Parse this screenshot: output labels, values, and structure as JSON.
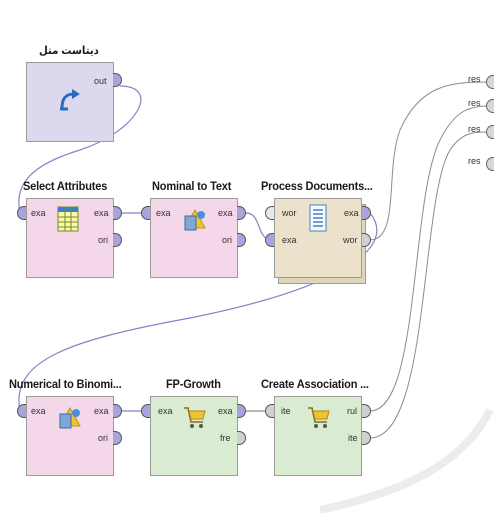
{
  "operators": {
    "retrieve": {
      "title": "دیتاست متل",
      "out": "out"
    },
    "select_attributes": {
      "title": "Select Attributes",
      "in": "exa",
      "out1": "exa",
      "out2": "ori"
    },
    "nominal_to_text": {
      "title": "Nominal to Text",
      "in": "exa",
      "out1": "exa",
      "out2": "ori"
    },
    "process_documents": {
      "title": "Process Documents...",
      "in1": "wor",
      "in2": "exa",
      "out1": "exa",
      "out2": "wor"
    },
    "numerical_to_binominal": {
      "title": "Numerical to Binomi...",
      "in": "exa",
      "out1": "exa",
      "out2": "ori"
    },
    "fp_growth": {
      "title": "FP-Growth",
      "in": "exa",
      "out1": "exa",
      "out2": "fre"
    },
    "create_association": {
      "title": "Create Association ...",
      "in": "ite",
      "out1": "rul",
      "out2": "ite"
    }
  },
  "result_ports": [
    "res",
    "res",
    "res",
    "res"
  ],
  "colors": {
    "retrieve": "#dcd9ee",
    "preprocess": "#f4d8ea",
    "text": "#ece2cc",
    "modeling": "#d9ebd0",
    "port_example": "#a9a4dc",
    "port_grey": "#d0d0d0",
    "port_doc": "#e8e8e8",
    "wire_example": "#8a7fc9",
    "wire_grey": "#8c8c8c"
  },
  "icons": {
    "retrieve": "retrieve-arrow-icon",
    "select_attributes": "table-icon",
    "nominal_to_text": "type-convert-icon",
    "process_documents": "document-icon",
    "numerical_to_binominal": "type-convert-icon",
    "fp_growth": "shopping-cart-icon",
    "create_association": "shopping-cart-icon"
  }
}
